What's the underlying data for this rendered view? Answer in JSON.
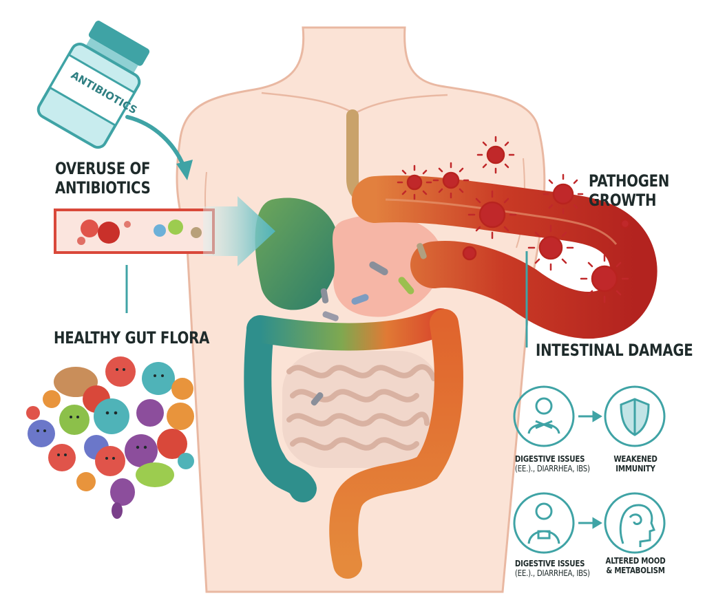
{
  "labels": {
    "bottle": "ANTIBIOTICS",
    "overuse": [
      "OVERUSE OF",
      "ANTIBIOTICS"
    ],
    "pathogen": [
      "PATHOGEN",
      "GROWTH"
    ],
    "flora": "HEALTHY GUT FLORA",
    "damage": "INTESTINAL DAMAGE"
  },
  "effects": {
    "row1": {
      "cause": [
        "DIGESTIVE ISSUES",
        "(ee.)., Diarrhea, IBS)"
      ],
      "result": [
        "WEAKENED",
        "IMMUNITY"
      ],
      "cause_icon": "person-pain-icon",
      "result_icon": "shield-icon"
    },
    "row2": {
      "cause": [
        "DIGESTIVE ISSUES",
        "(ee.)., Diarrhea, IBS)"
      ],
      "result": [
        "ALTERED MOOD",
        "& METABOLISM"
      ],
      "cause_icon": "person-icon",
      "result_icon": "brain-head-icon"
    }
  },
  "colors": {
    "teal": "#2f8f8c",
    "accent": "#4fb3b8",
    "pathogen_red": "#c0282a",
    "intestine_red": "#d9542f",
    "skin": "#fbe3d6",
    "text": "#1e2a2a"
  }
}
